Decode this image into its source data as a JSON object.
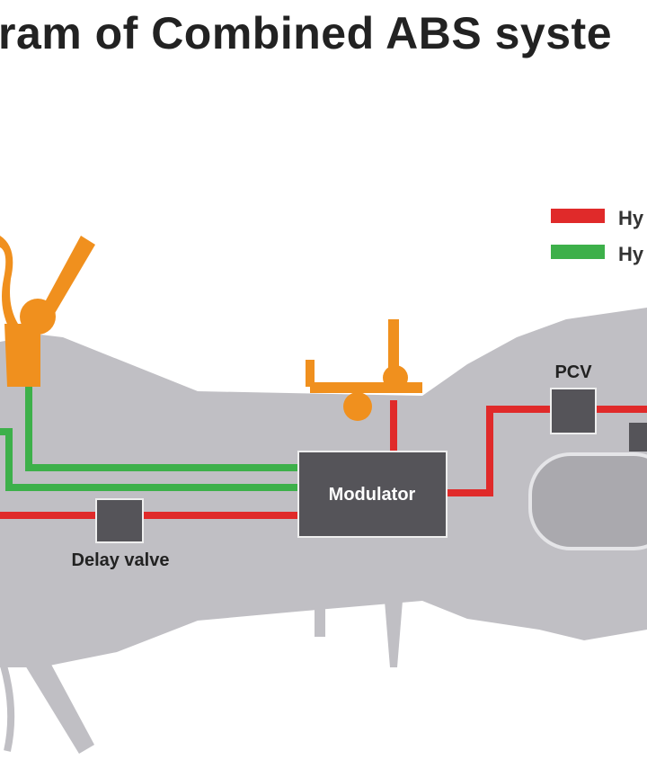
{
  "title": "ram of Combined ABS syste",
  "legend": [
    {
      "label": "Hy",
      "color": "#e02a2a"
    },
    {
      "label": "Hy",
      "color": "#3db04a"
    }
  ],
  "components": {
    "modulator": "Modulator",
    "delay_valve": "Delay valve",
    "pcv": "PCV"
  },
  "colors": {
    "body": "#c0bfc4",
    "component": "#555459",
    "lever": "#f0901e",
    "red_line": "#e02a2a",
    "green_line": "#3db04a"
  }
}
